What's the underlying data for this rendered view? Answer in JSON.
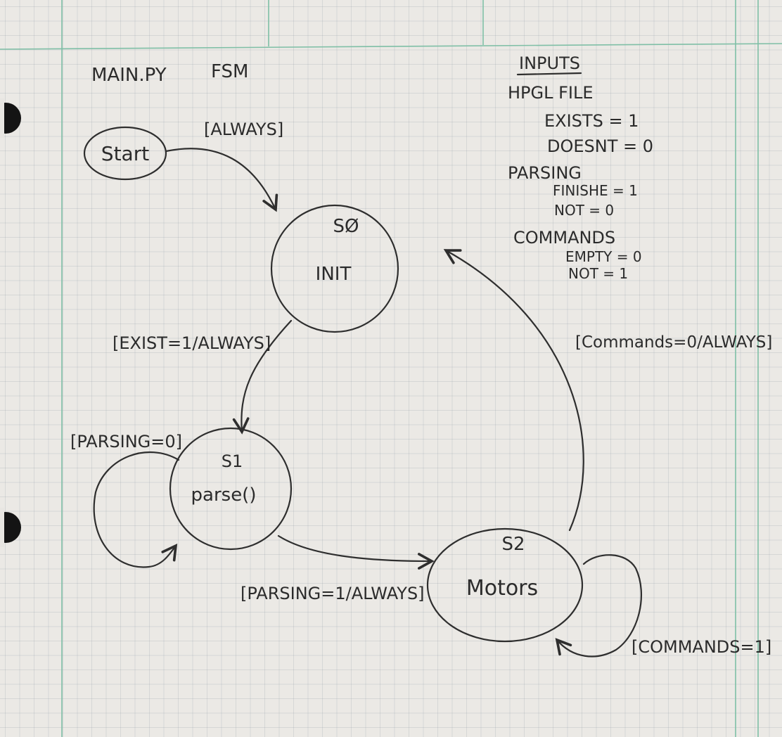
{
  "header": {
    "file_label": "MAIN.PY",
    "diagram_label": "FSM"
  },
  "states": {
    "start": {
      "label": "Start"
    },
    "s0": {
      "id": "SØ",
      "label": "INIT"
    },
    "s1": {
      "id": "S1",
      "label": "parse()"
    },
    "s2": {
      "id": "S2",
      "label": "Motors"
    }
  },
  "transitions": {
    "start_to_s0": "[ALWAYS]",
    "s0_to_s1": "[EXIST=1/ALWAYS]",
    "s1_self": "[PARSING=0]",
    "s1_to_s2": "[PARSING=1/ALWAYS]",
    "s2_self": "[COMMANDS=1]",
    "s2_to_s0": "[Commands=0/ALWAYS]"
  },
  "inputs": {
    "title": "INPUTS",
    "groups": [
      {
        "name": "HPGL FILE",
        "lines": [
          "EXISTS = 1",
          "DOESNT = 0"
        ]
      },
      {
        "name": "PARSING",
        "lines": [
          "FINISHE = 1",
          "NOT = 0"
        ]
      },
      {
        "name": "COMMANDS",
        "lines": [
          "EMPTY = 0",
          "NOT = 1"
        ]
      }
    ]
  },
  "colors": {
    "ink": "#2b2b2b",
    "paper": "#ebe9e5",
    "margin": "#7fbfa6",
    "grid": "#8c96a0"
  }
}
